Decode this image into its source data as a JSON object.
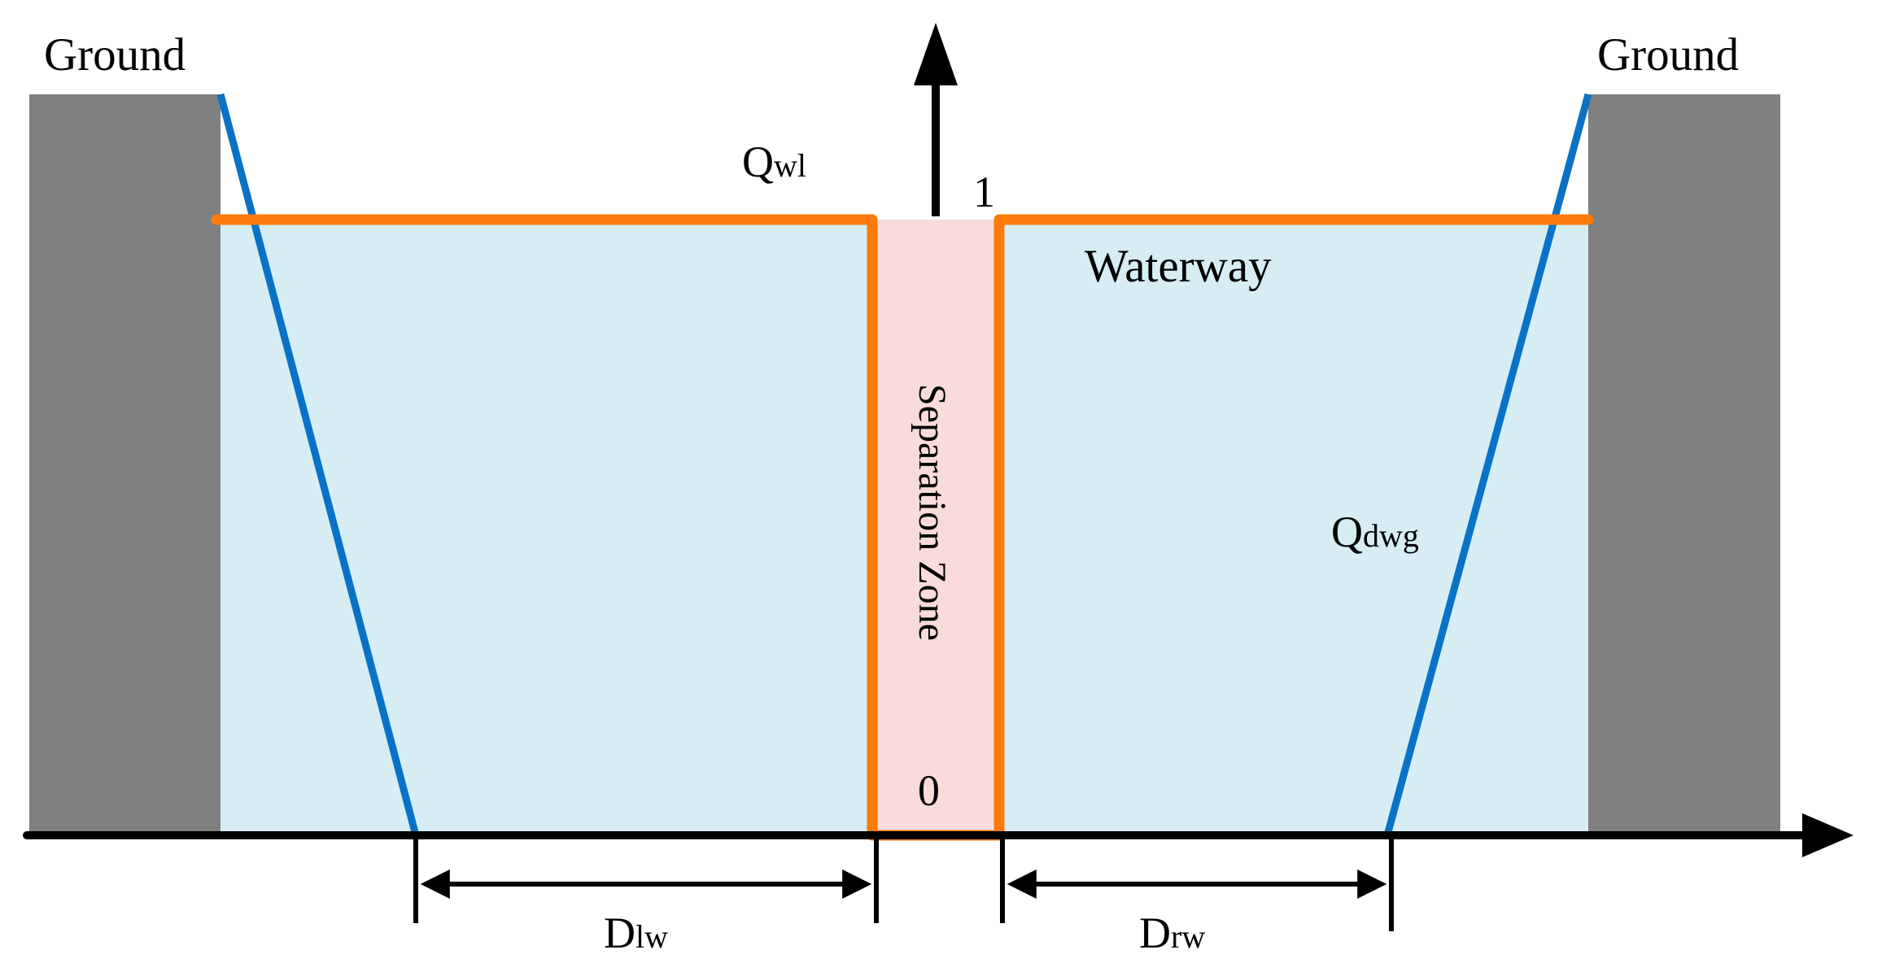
{
  "labels": {
    "ground_left": "Ground",
    "ground_right": "Ground",
    "waterway": "Waterway",
    "separation_zone": "Separation Zone",
    "tick_one": "1",
    "tick_zero": "0",
    "qwl_main": "Q",
    "qwl_sub": "wl",
    "qdwg_main": "Q",
    "qdwg_sub": "dwg",
    "dlw_main": "D",
    "dlw_sub": "lw",
    "drw_main": "D",
    "drw_sub": "rw"
  },
  "colors": {
    "ground": "#808080",
    "water": "#d6eef3",
    "separation": "#f9dbda",
    "orange_line": "#ff7a0a",
    "blue_line": "#0a72c6",
    "axis": "#000000"
  }
}
